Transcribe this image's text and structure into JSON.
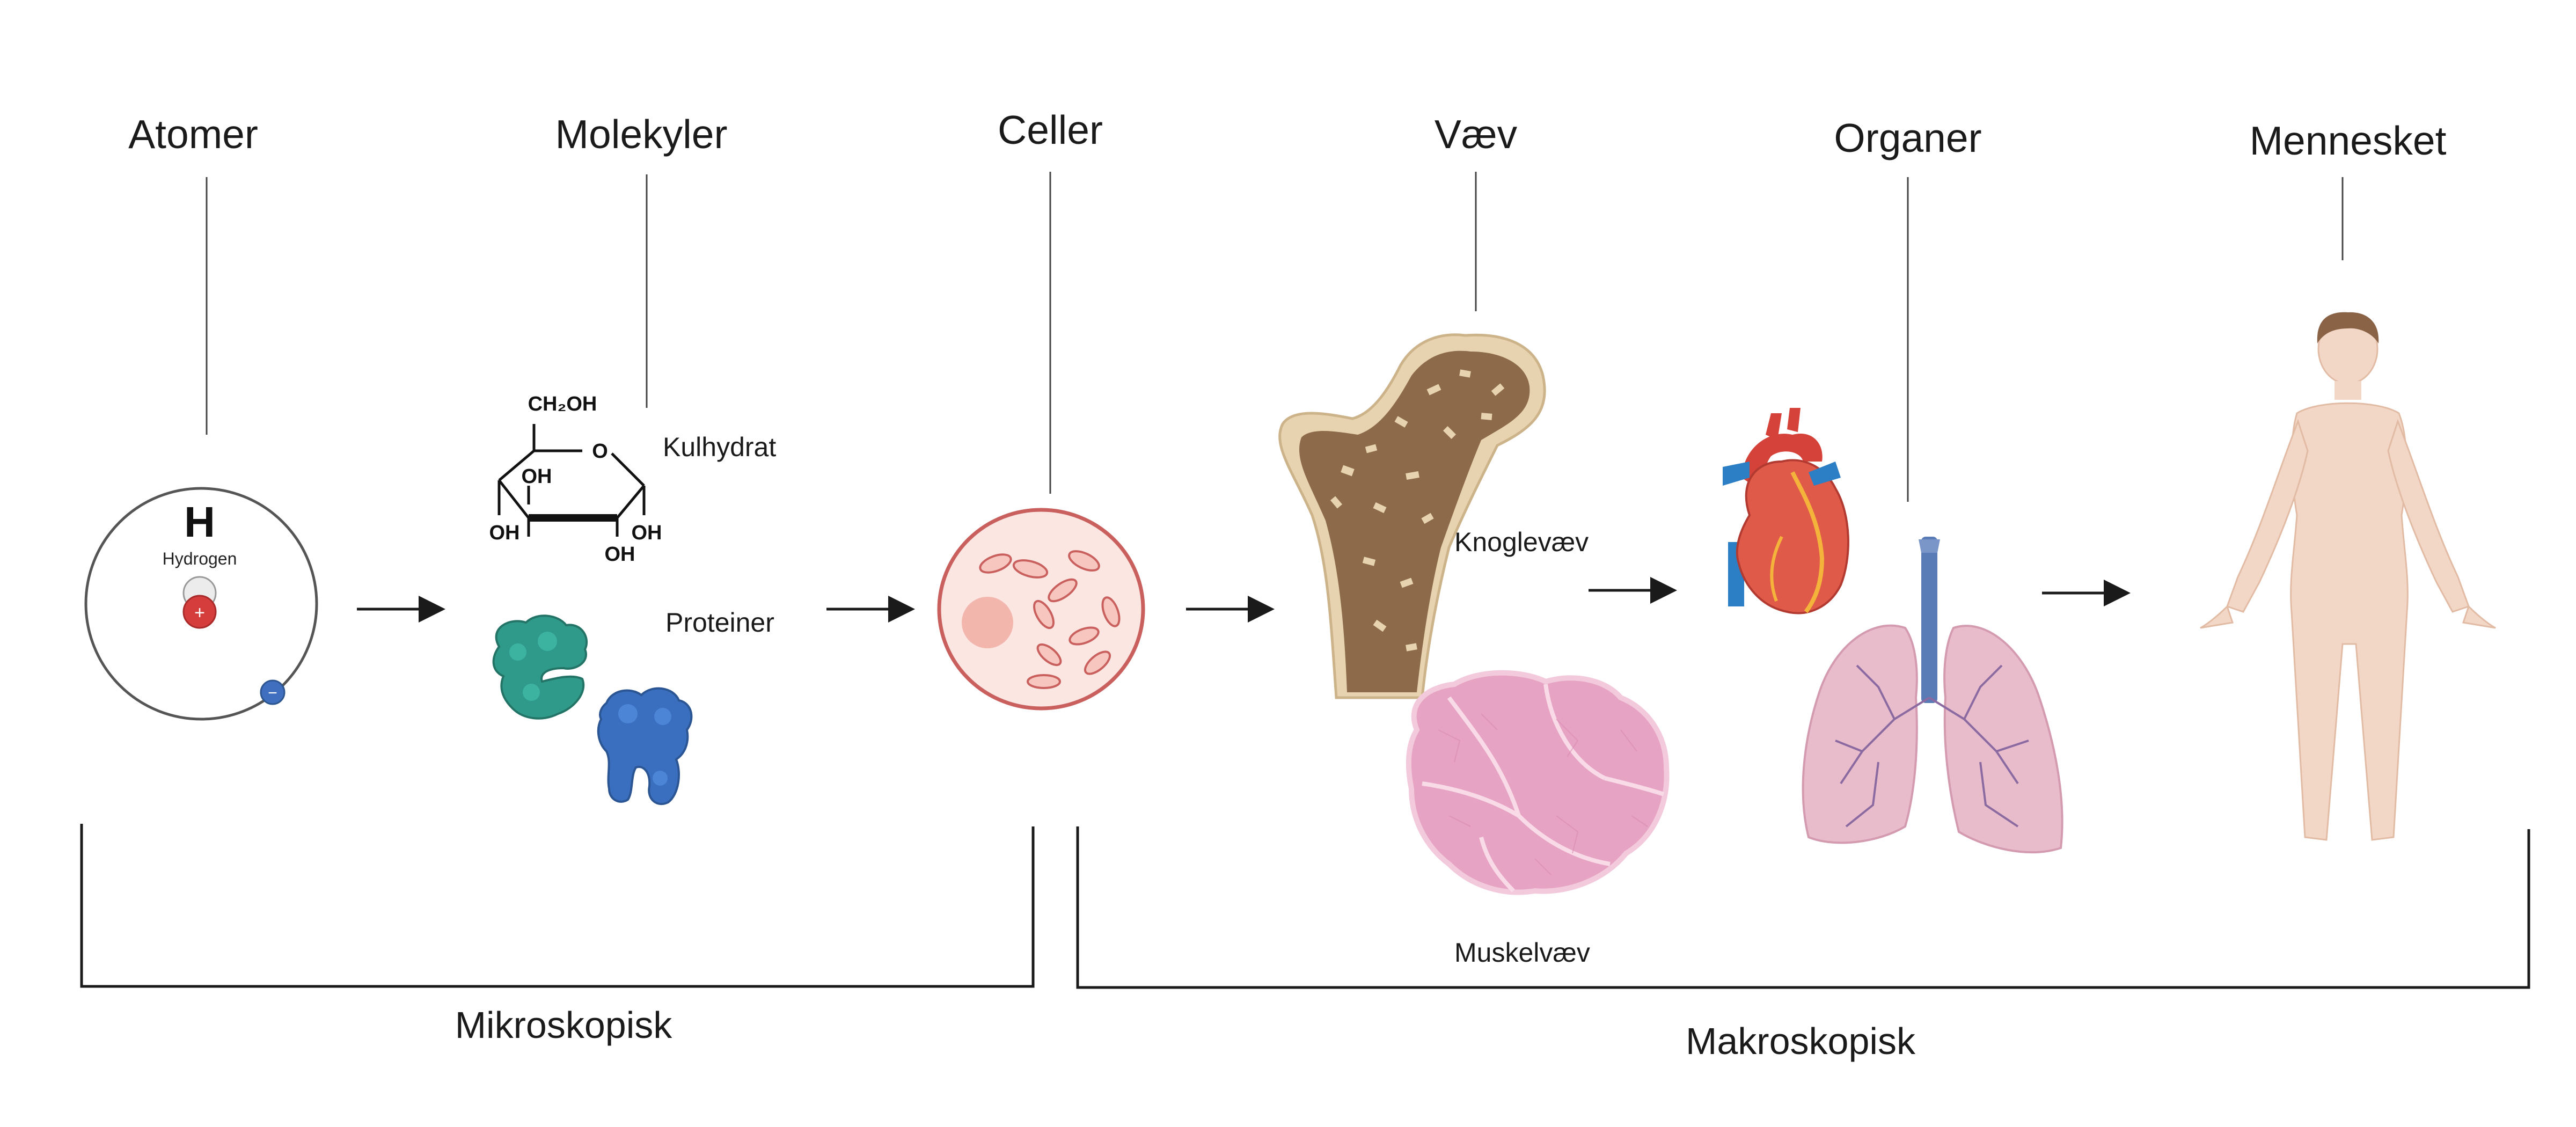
{
  "levels": {
    "atoms": "Atomer",
    "molecules": "Molekyler",
    "cells": "Celler",
    "tissue": "Væv",
    "organs": "Organer",
    "human": "Mennesket"
  },
  "atom": {
    "symbol": "H",
    "name": "Hydrogen",
    "proton_sign": "+",
    "electron_sign": "−"
  },
  "molecules": {
    "carbohydrate_label": "Kulhydrat",
    "protein_label": "Proteiner",
    "glucose": {
      "top_group": "CH₂OH",
      "ring_oxygen": "O",
      "hydroxyl": "OH"
    }
  },
  "tissue": {
    "bone_label": "Knoglevæv",
    "muscle_label": "Muskelvæv"
  },
  "scale": {
    "micro": "Mikroskopisk",
    "macro": "Makroskopisk"
  },
  "colors": {
    "line": "#1a1a1a",
    "cell_border": "#c9605e",
    "cell_fill": "#fbe6e2",
    "bone": "#8c6a4a",
    "bone_outer": "#e8d3b0",
    "muscle": "#e6a3c3",
    "protein_teal": "#2f9a8a",
    "protein_blue": "#3a6fbf",
    "heart_red": "#d4423a",
    "lung_pink": "#e8bccb",
    "skin": "#f3d7c6"
  }
}
